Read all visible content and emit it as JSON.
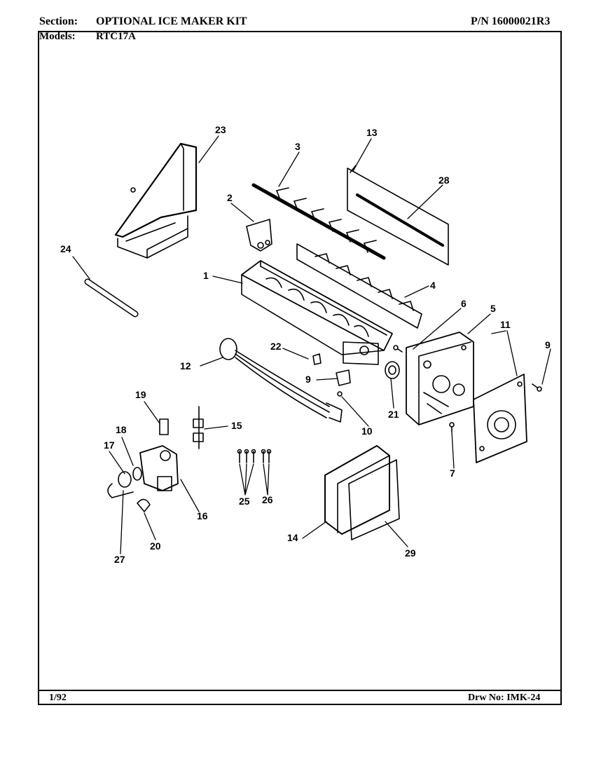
{
  "header": {
    "section_label": "Section:",
    "section_title": "OPTIONAL ICE MAKER KIT",
    "part_number": "P/N 16000021R3",
    "models_label": "Models:",
    "models_value": "RTC17A"
  },
  "footer": {
    "date": "1/92",
    "drawing_number": "Drw No: IMK-24"
  },
  "part_callouts": [
    "23",
    "3",
    "13",
    "28",
    "2",
    "24",
    "1",
    "4",
    "6",
    "5",
    "11",
    "9",
    "22",
    "12",
    "9",
    "10",
    "21",
    "19",
    "15",
    "18",
    "17",
    "16",
    "25",
    "26",
    "7",
    "14",
    "29",
    "27",
    "20"
  ],
  "colors": {
    "ink": "#000000",
    "paper": "#ffffff"
  }
}
